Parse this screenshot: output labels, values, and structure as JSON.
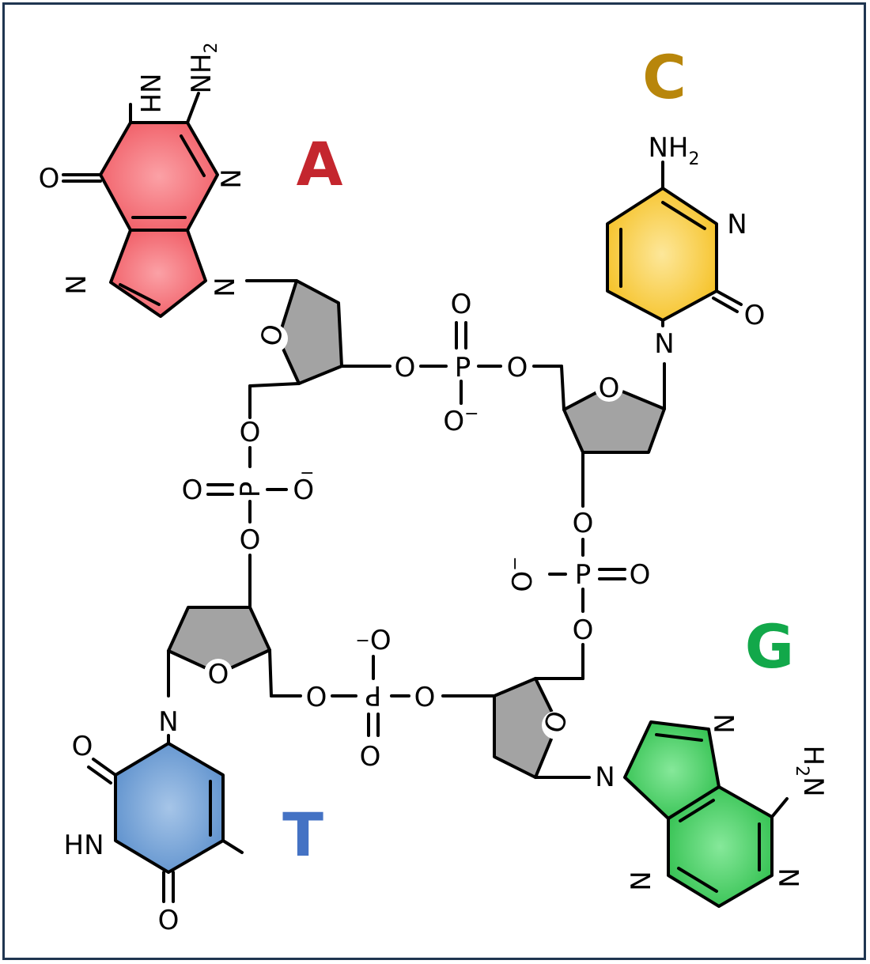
{
  "nucleotides": {
    "A": {
      "letter": "A",
      "color": "#c4262e",
      "fill": "#f46a72"
    },
    "C": {
      "letter": "C",
      "color": "#b8860b",
      "fill": "#f7c832"
    },
    "G": {
      "letter": "G",
      "color": "#12a84a",
      "fill": "#3fc75e"
    },
    "T": {
      "letter": "T",
      "color": "#4472c4",
      "fill": "#6f9fd3"
    }
  },
  "atoms": {
    "N": "N",
    "O": "O",
    "P": "P",
    "NH": "NH",
    "HN": "HN",
    "NH2_base": "NH",
    "sub_2": "2",
    "H2N_H": "H",
    "O_minus": "O",
    "minus": "−"
  },
  "colors": {
    "border": "#1f3550",
    "sugar": "#a3a3a3"
  }
}
